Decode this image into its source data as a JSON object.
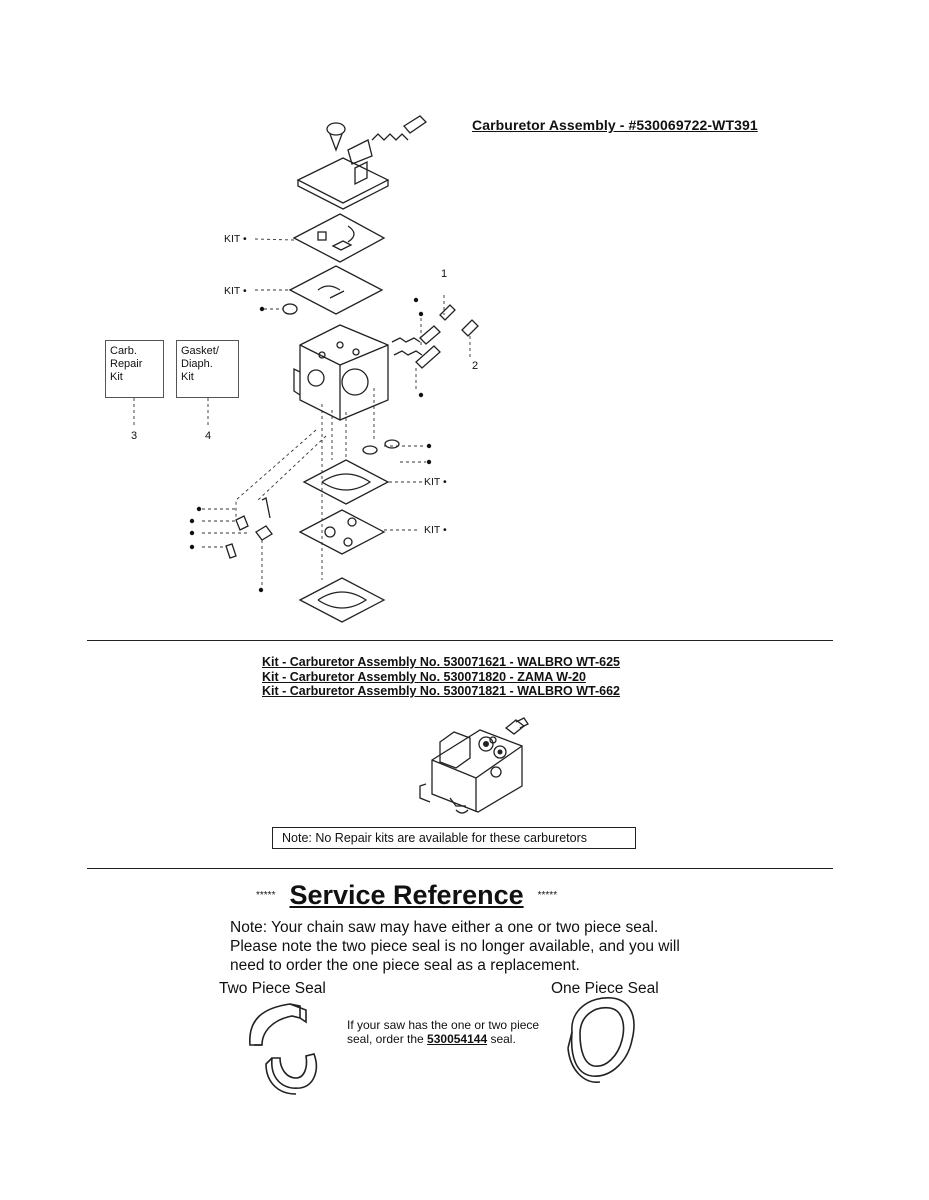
{
  "header": {
    "title": "Carburetor Assembly - #530069722-WT391"
  },
  "diagram": {
    "kit_label": "KIT •",
    "callouts": [
      "1",
      "2",
      "3",
      "4"
    ],
    "legend": [
      {
        "label": "Carb. Repair Kit",
        "lines": [
          "Carb.",
          "Repair",
          "Kit"
        ],
        "number": "3"
      },
      {
        "label": "Gasket/ Diaph. Kit",
        "lines": [
          "Gasket/",
          "Diaph.",
          "Kit"
        ],
        "number": "4"
      }
    ]
  },
  "kits": [
    "Kit - Carburetor Assembly No. 530071621 - WALBRO WT-625",
    "Kit - Carburetor Assembly No. 530071820 - ZAMA W-20",
    "Kit - Carburetor Assembly No. 530071821 - WALBRO WT-662"
  ],
  "note": "Note: No Repair kits are available for these carburetors",
  "service_reference": {
    "stars": "*****",
    "title": "Service Reference",
    "note": "Note: Your chain saw may have either a one or two piece seal. Please note the two piece seal is no longer available, and you will need to order the one piece seal as a replacement.",
    "two_piece_label": "Two Piece Seal",
    "one_piece_label": "One Piece Seal",
    "order_text_before": "If your saw has the one or two piece seal, order the ",
    "order_part_number": "530054144",
    "order_text_after": " seal."
  }
}
